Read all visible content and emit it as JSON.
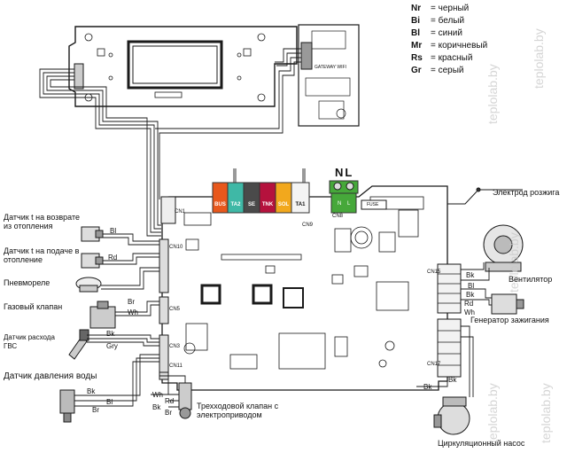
{
  "legend": [
    {
      "code": "Nr",
      "text": "= черный"
    },
    {
      "code": "Bi",
      "text": "= белый"
    },
    {
      "code": "Bl",
      "text": "= синий"
    },
    {
      "code": "Mr",
      "text": "= коричневый"
    },
    {
      "code": "Rs",
      "text": "= красный"
    },
    {
      "code": "Gr",
      "text": "= серый"
    }
  ],
  "labels": {
    "return_sensor": "Датчик t на возврате из отопления",
    "supply_sensor": "Датчик t на подаче в отопление",
    "pressostat": "Пневмореле",
    "gas_valve": "Газовый клапан",
    "flow_sensor": "Датчик расхода ГВС",
    "pressure_sensor": "Датчик давления воды",
    "three_way_valve": "Трехходовой клапан с электроприводом",
    "ignition_electrode": "Электрод розжига",
    "fan": "Вентилятор",
    "ignition_generator": "Генератор зажигания",
    "pump": "Циркуляционный насос",
    "wifi": "GATEWAY WIFI"
  },
  "connectors": {
    "bus": "BUS",
    "ta2": "TA2",
    "se": "SE",
    "tnk": "TNK",
    "sol": "SOL",
    "ta1": "TA1",
    "cn9": "CN9",
    "cn8": "CN8",
    "cn1": "CN1",
    "cn15": "CN15",
    "cn17": "CN17",
    "cn10": "CN10",
    "cn5": "CN5",
    "cn3": "CN3",
    "cn11": "CN11",
    "nl": "NL",
    "fuse": "FUSE",
    "n": "N",
    "l": "L"
  },
  "wires": {
    "bl1": "Bl",
    "rd1": "Rd",
    "br1": "Br",
    "wh1": "Wh",
    "bk1": "Bk",
    "gry": "Gry",
    "bk2": "Bk",
    "bl2": "Bl",
    "br2": "Br",
    "wh3": "Wh",
    "rd3": "Rd",
    "bk3": "Bk",
    "br3": "Br",
    "bk_f1": "Bk",
    "bl_f": "Bl",
    "bk_f2": "Bk",
    "rd_g": "Rd",
    "wh_g": "Wh",
    "bk_p": "Bk",
    "bk_t": "Bk"
  },
  "watermark": "teplolab.by",
  "colors": {
    "bus": "#e8581c",
    "ta2": "#3fb8a6",
    "se": "#4a4a4a",
    "tnk": "#b5123d",
    "sol": "#f2a81d",
    "ta1": "#f4f4f4",
    "terminal_green": "#46a83a"
  }
}
